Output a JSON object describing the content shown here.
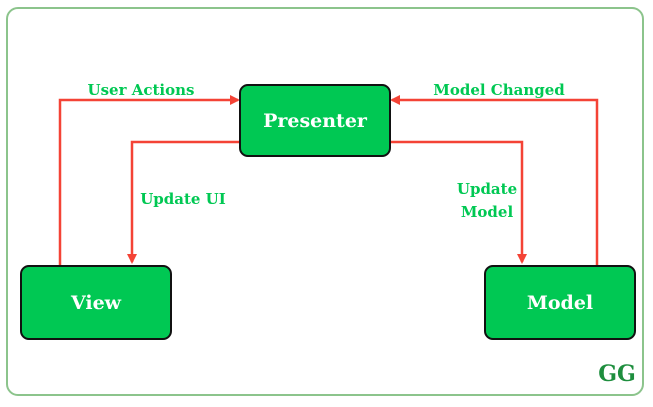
{
  "nodes": {
    "presenter": "Presenter",
    "view": "View",
    "model": "Model"
  },
  "edges": {
    "user_actions": "User Actions",
    "model_changed": "Model Changed",
    "update_ui": "Update UI",
    "update_model_line1": "Update",
    "update_model_line2": "Model"
  },
  "logo": "GG",
  "colors": {
    "node_fill": "#00c853",
    "node_border": "#111111",
    "arrow": "#f44336",
    "label": "#00c853",
    "frame": "#8cc48c"
  }
}
